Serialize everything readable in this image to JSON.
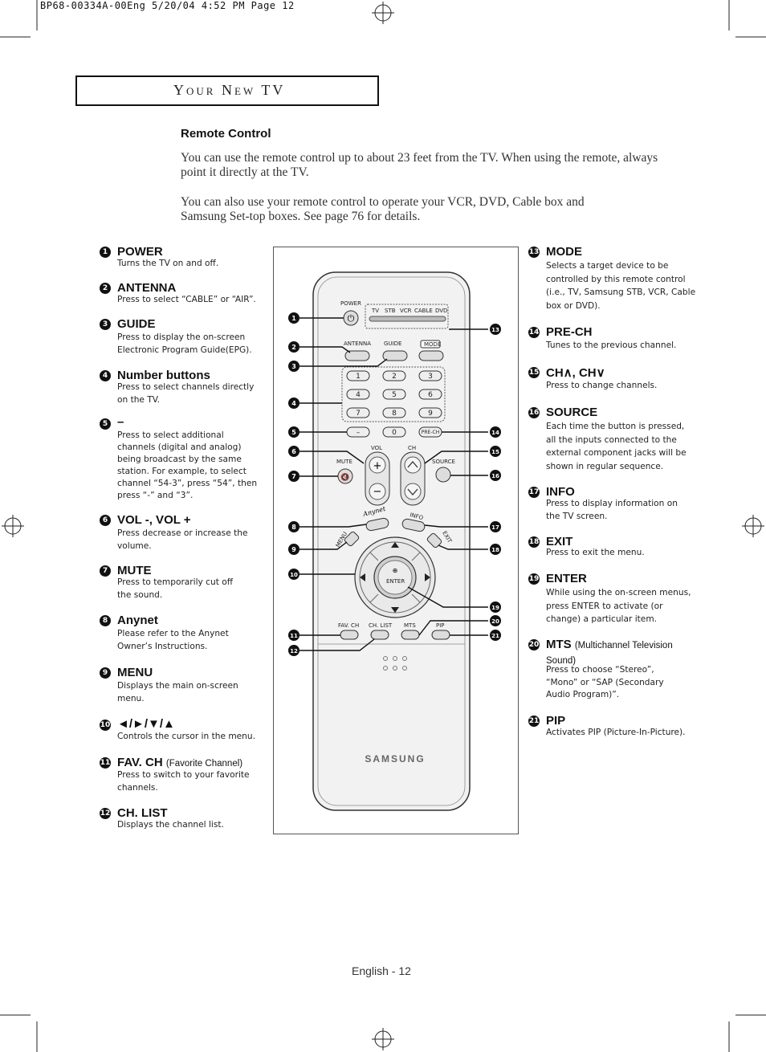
{
  "slug": "BP68-00334A-00Eng  5/20/04  4:52 PM  Page 12",
  "section_title": "Your New TV",
  "heading": "Remote Control",
  "intro_1": "You can use the remote control up to about 23 feet from the TV. When using the remote, always point it directly at the TV.",
  "intro_2": "You can also use your remote control to operate your VCR, DVD, Cable box and Samsung Set-top boxes. See page 76 for details.",
  "left_items": [
    {
      "num": "1",
      "name": "POWER",
      "desc": "Turns the TV on and off."
    },
    {
      "num": "2",
      "name": "ANTENNA",
      "desc": "Press to select “CABLE” or “AIR”."
    },
    {
      "num": "3",
      "name": "GUIDE",
      "desc": "Press to display the on-screen Electronic Program Guide(EPG)."
    },
    {
      "num": "4",
      "name": "Number buttons",
      "desc": "Press to select channels directly on the TV."
    },
    {
      "num": "5",
      "name": "–",
      "desc": "Press to select additional channels (digital and analog) being broadcast by the same station. For example, to select channel “54-3”, press “54”, then press “-” and “3”."
    },
    {
      "num": "6",
      "name": "VOL -, VOL +",
      "desc": "Press decrease or increase the volume."
    },
    {
      "num": "7",
      "name": "MUTE",
      "desc": "Press to temporarily cut off the sound."
    },
    {
      "num": "8",
      "name": "Anynet",
      "desc": "Please refer to the Anynet Owner’s Instructions."
    },
    {
      "num": "9",
      "name": "MENU",
      "desc": "Displays the main on-screen menu."
    },
    {
      "num": "10",
      "name": "◄/►/▼/▲",
      "desc": "Controls the cursor in the menu."
    },
    {
      "num": "11",
      "name": "FAV. CH",
      "sub": "(Favorite Channel)",
      "desc": "Press to switch to your favorite channels."
    },
    {
      "num": "12",
      "name": "CH. LIST",
      "desc": "Displays the channel list."
    }
  ],
  "right_items": [
    {
      "num": "13",
      "name": "MODE",
      "desc": "Selects a target device to be controlled by this remote control (i.e., TV, Samsung STB, VCR, Cable box or DVD)."
    },
    {
      "num": "14",
      "name": "PRE-CH",
      "desc": "Tunes to the previous channel."
    },
    {
      "num": "15",
      "name": "CH∧, CH∨",
      "desc": "Press to change channels."
    },
    {
      "num": "16",
      "name": "SOURCE",
      "desc": "Each time the button is pressed, all the inputs connected to the external component jacks will be shown in regular sequence."
    },
    {
      "num": "17",
      "name": "INFO",
      "desc": "Press to display information on the TV screen."
    },
    {
      "num": "18",
      "name": "EXIT",
      "desc": "Press to exit the menu."
    },
    {
      "num": "19",
      "name": "ENTER",
      "desc": "While using the on-screen menus, press ENTER to activate (or change) a particular item."
    },
    {
      "num": "20",
      "name": "MTS",
      "sub": "(Multichannel Television Sound)",
      "desc": "Press to choose “Stereo”, “Mono” or “SAP (Secondary Audio Program)”."
    },
    {
      "num": "21",
      "name": "PIP",
      "desc": "Activates PIP (Picture-In-Picture)."
    }
  ],
  "remote": {
    "power": "POWER",
    "modes": [
      "TV",
      "STB",
      "VCR",
      "CABLE",
      "DVD"
    ],
    "antenna": "ANTENNA",
    "guide": "GUIDE",
    "mode": "MODE",
    "digits": [
      "1",
      "2",
      "3",
      "4",
      "5",
      "6",
      "7",
      "8",
      "9"
    ],
    "dash": "–",
    "zero": "0",
    "prech": "PRE-CH",
    "vol": "VOL",
    "ch": "CH",
    "mute": "MUTE",
    "source": "SOURCE",
    "anynet": "Anynet",
    "info": "INFO",
    "menu": "MENU",
    "exit": "EXIT",
    "enter": "ENTER",
    "favch": "FAV. CH",
    "chlist": "CH. LIST",
    "mts": "MTS",
    "pip": "PIP",
    "brand": "SAMSUNG"
  },
  "footer": "English - 12"
}
